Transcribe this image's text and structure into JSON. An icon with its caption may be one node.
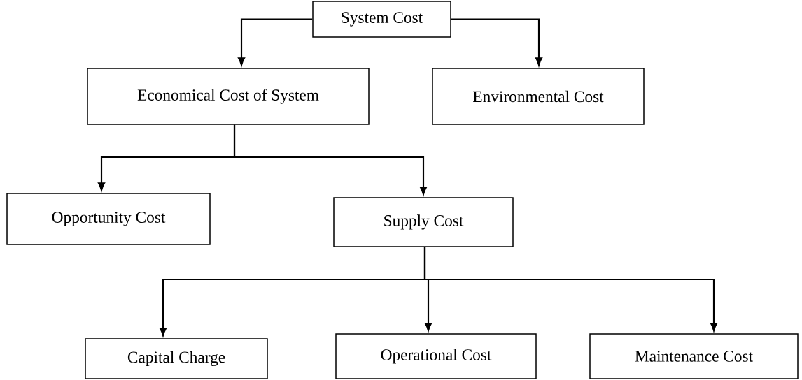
{
  "diagram": {
    "nodes": [
      {
        "text": [
          "System Cost"
        ]
      },
      {
        "text": [
          "Economical Cost of System"
        ]
      },
      {
        "text": [
          "Environmental Cost"
        ]
      },
      {
        "text": [
          "Opportunity Cost"
        ]
      },
      {
        "text": [
          "Supply Cost"
        ]
      },
      {
        "text": [
          "Capital Charge"
        ]
      },
      {
        "text": [
          "Operational Cost"
        ]
      },
      {
        "text": [
          "Maintenance Cost"
        ]
      }
    ],
    "edges": [
      {
        "from": 0,
        "to": 1,
        "arrow": "to"
      },
      {
        "from": 0,
        "to": 2,
        "arrow": "to"
      },
      {
        "from": 1,
        "to": 3,
        "arrow": "to"
      },
      {
        "from": 1,
        "to": 4,
        "arrow": "to"
      },
      {
        "from": 4,
        "to": 5,
        "arrow": "to"
      },
      {
        "from": 4,
        "to": 6,
        "arrow": "to"
      },
      {
        "from": 4,
        "to": 7,
        "arrow": "to"
      }
    ]
  }
}
